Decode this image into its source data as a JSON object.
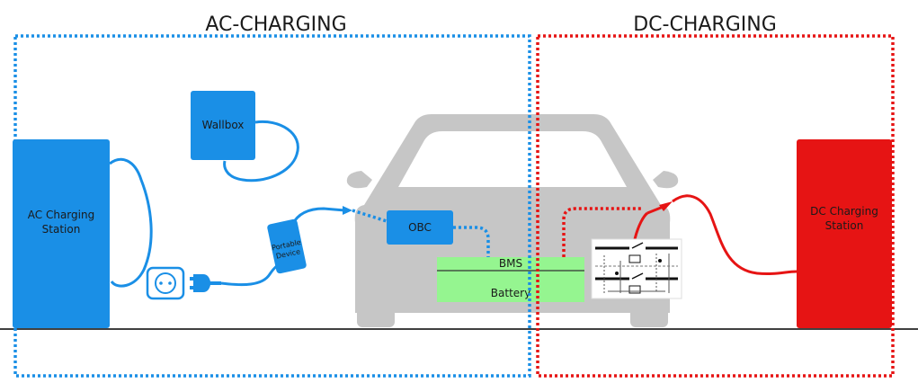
{
  "sections": {
    "ac_title": "AC-CHARGING",
    "dc_title": "DC-CHARGING"
  },
  "components": {
    "ac_station": [
      "AC Charging",
      "Station"
    ],
    "wallbox": "Wallbox",
    "portable_device": [
      "Portable",
      "Device"
    ],
    "obc": "OBC",
    "bms": "BMS",
    "battery": "Battery",
    "dc_station": [
      "DC Charging",
      "Station"
    ]
  },
  "colors": {
    "ac": "#1a8fe6",
    "dc": "#e61414",
    "car": "#c6c6c6",
    "battery": "#95f590",
    "text": "#1a1a1a"
  },
  "icons": [
    "wall-socket-icon",
    "plug-icon",
    "contactor-schematic-icon",
    "car-front-icon"
  ]
}
